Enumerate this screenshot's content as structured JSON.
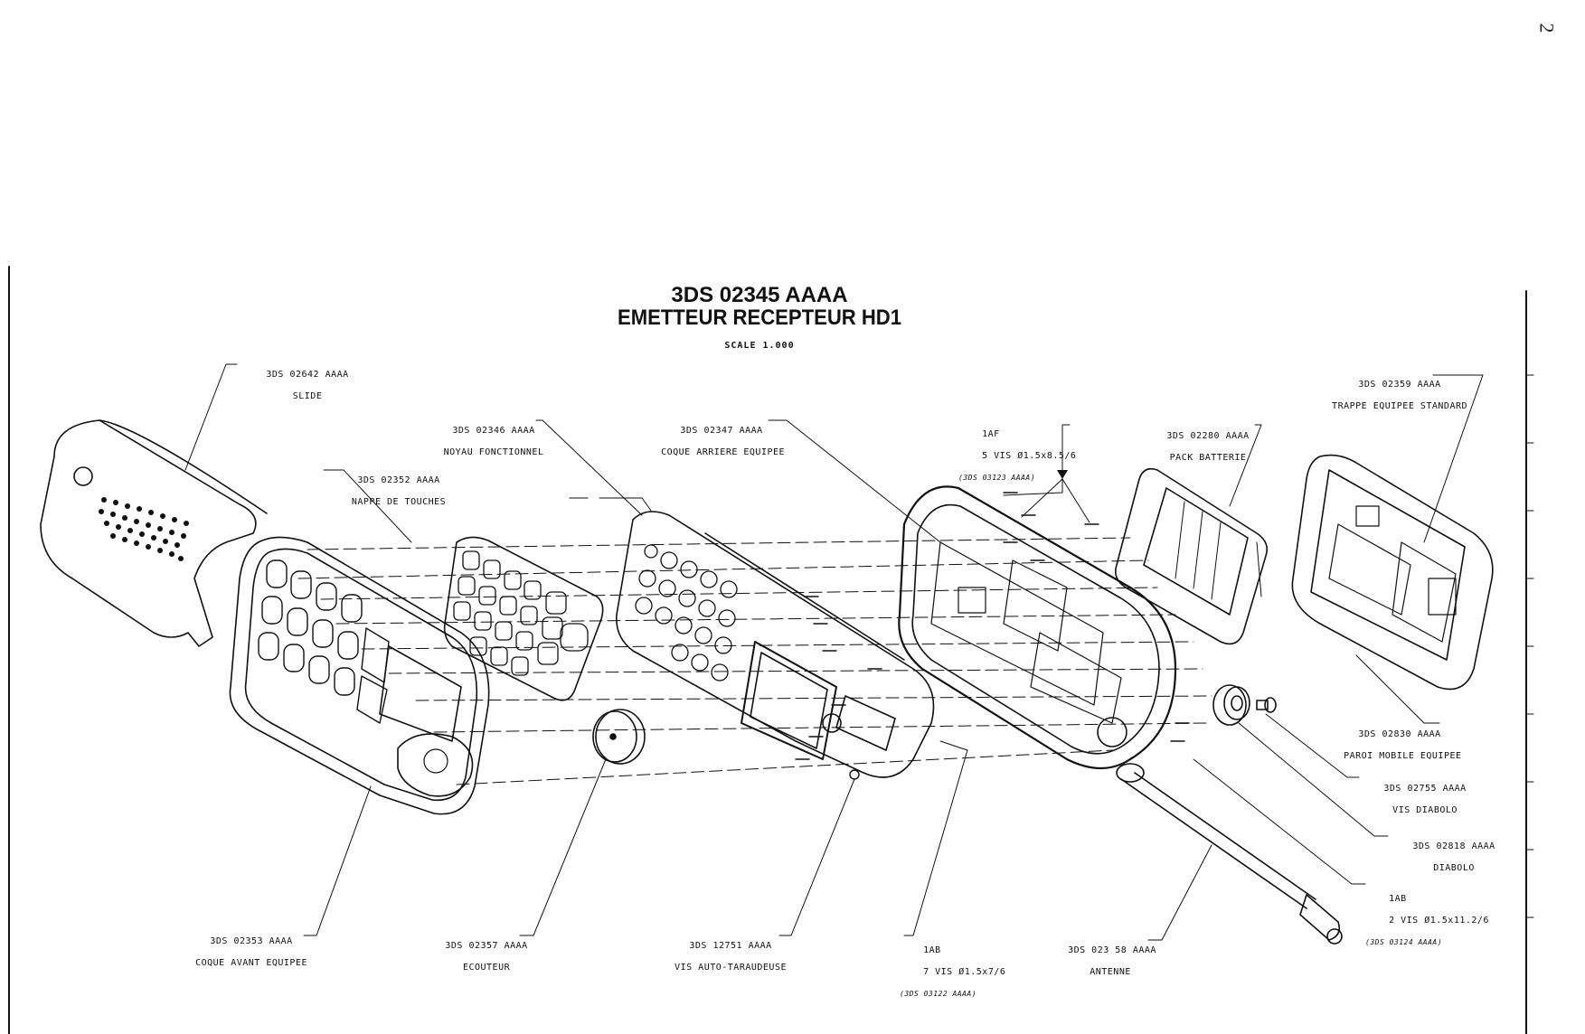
{
  "page_number": "2",
  "title": {
    "code": "3DS 02345 AAAA",
    "name": "EMETTEUR RECEPTEUR HD1",
    "scale": "SCALE 1.000"
  },
  "parts": {
    "slide": {
      "ref": "3DS 02642 AAAA",
      "name": "SLIDE"
    },
    "noyau": {
      "ref": "3DS 02346 AAAA",
      "name": "NOYAU FONCTIONNEL"
    },
    "nappe": {
      "ref": "3DS 02352 AAAA",
      "name": "NAPPE DE TOUCHES"
    },
    "coque_arriere": {
      "ref": "3DS 02347 AAAA",
      "name": "COQUE ARRIERE EQUIPEE"
    },
    "vis_1af": {
      "ref": "1AF",
      "name": "5 VIS Ø1.5x8.5/6",
      "sub": "(3DS 03123 AAAA)"
    },
    "pack_batterie": {
      "ref": "3DS 02280 AAAA",
      "name": "PACK BATTERIE"
    },
    "trappe": {
      "ref": "3DS 02359 AAAA",
      "name": "TRAPPE EQUIPEE STANDARD"
    },
    "paroi": {
      "ref": "3DS 02830 AAAA",
      "name": "PAROI MOBILE EQUIPEE"
    },
    "vis_diabolo": {
      "ref": "3DS 02755 AAAA",
      "name": "VIS DIABOLO"
    },
    "diabolo": {
      "ref": "3DS 02818 AAAA",
      "name": "DIABOLO"
    },
    "vis_1ab_2": {
      "ref": "1AB",
      "name": "2 VIS Ø1.5x11.2/6",
      "sub": "(3DS 03124 AAAA)"
    },
    "antenne": {
      "ref": "3DS 023 58 AAAA",
      "name": "ANTENNE"
    },
    "vis_1ab_7": {
      "ref": "1AB",
      "name": "7 VIS Ø1.5x7/6",
      "sub": "(3DS 03122 AAAA)"
    },
    "vis_auto": {
      "ref": "3DS 12751 AAAA",
      "name": "VIS AUTO-TARAUDEUSE"
    },
    "ecouteur": {
      "ref": "3DS 02357 AAAA",
      "name": "ECOUTEUR"
    },
    "coque_avant": {
      "ref": "3DS 02353 AAAA",
      "name": "COQUE AVANT EQUIPEE"
    }
  }
}
